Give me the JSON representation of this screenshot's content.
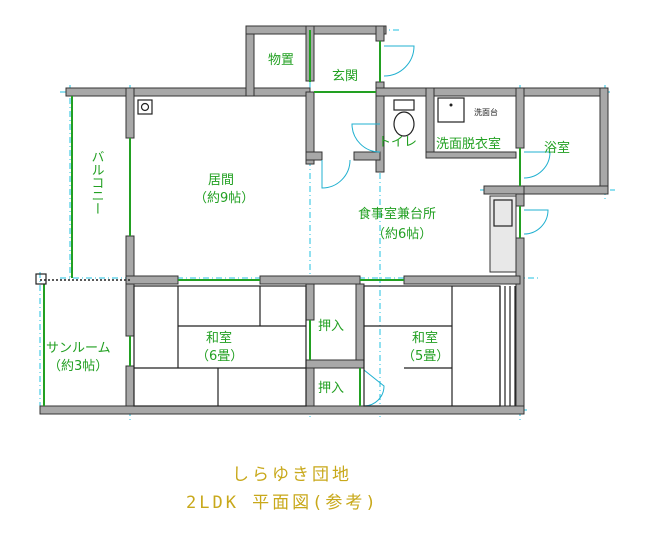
{
  "rooms": {
    "storage": "物置",
    "entrance": "玄関",
    "toilet": "トイレ",
    "washroom": "洗面脱衣室",
    "washbasin": "洗面台",
    "bath": "浴室",
    "living": "居間",
    "living_size": "（約9帖）",
    "dining": "食事室兼台所",
    "dining_size": "（約6帖）",
    "balcony": "バルコニー",
    "sunroom": "サンルーム",
    "sunroom_size": "（約3帖）",
    "washitsu1": "和室",
    "washitsu1_size": "（6畳）",
    "washitsu2": "和室",
    "washitsu2_size": "（5畳）",
    "closet1": "押入",
    "closet2": "押入"
  },
  "title": {
    "line1": "しらゆき団地",
    "line2": "2LDK 平面図(参考)"
  },
  "colors": {
    "label": "#22a022",
    "title": "#c8a81a",
    "gridline": "#20c0e0",
    "wall": "#a8a8a8"
  }
}
